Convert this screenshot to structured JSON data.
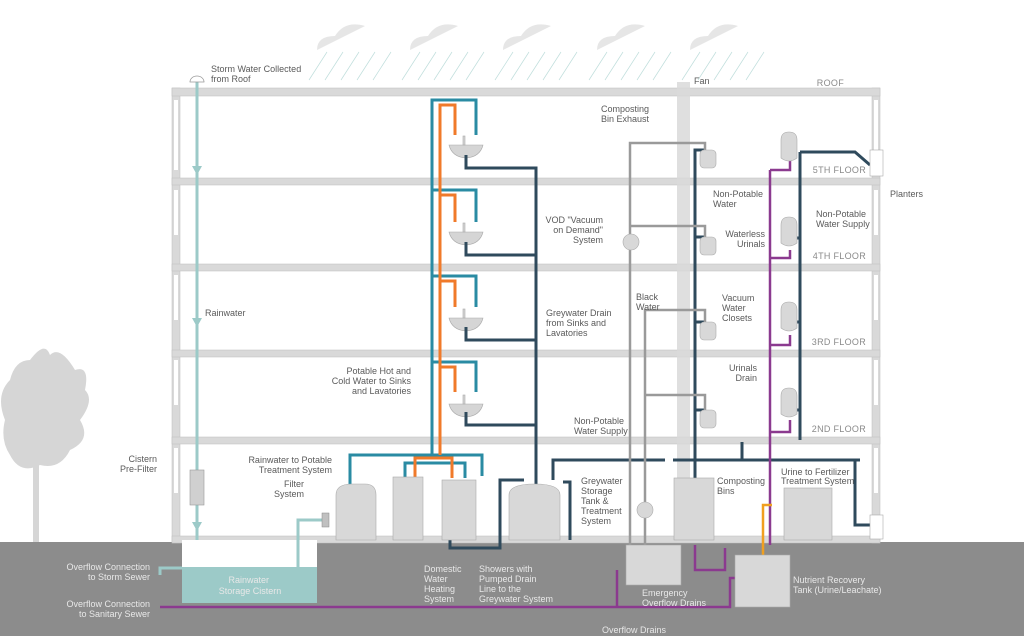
{
  "diagram": {
    "colors": {
      "rainwater": "#9ccac8",
      "potable_cold": "#2a8ba3",
      "potable_hot": "#f07a2a",
      "greywater": "#2f4a5c",
      "blackwater": "#9a9a9a",
      "urine": "#8b3a8f",
      "nutrient": "#f0a020",
      "ground": "#8c8c8c",
      "structure": "#d9d9d9"
    },
    "floors": [
      "ROOF",
      "5TH FLOOR",
      "4TH FLOOR",
      "3RD FLOOR",
      "2ND FLOOR"
    ],
    "labels": {
      "storm_water": [
        "Storm Water Collected",
        "from Roof"
      ],
      "fan": "Fan",
      "composting_exhaust": [
        "Composting",
        "Bin Exhaust"
      ],
      "non_potable_water": [
        "Non-Potable",
        "Water"
      ],
      "non_potable_supply_right": [
        "Non-Potable",
        "Water Supply"
      ],
      "planters": "Planters",
      "vod": [
        "VOD \"Vacuum",
        "on Demand\"",
        "System"
      ],
      "waterless_urinals": [
        "Waterless",
        "Urinals"
      ],
      "black_water": [
        "Black",
        "Water"
      ],
      "vacuum_closets": [
        "Vacuum",
        "Water",
        "Closets"
      ],
      "greywater_drain": [
        "Greywater Drain",
        "from Sinks and",
        "Lavatories"
      ],
      "rainwater": "Rainwater",
      "potable_hot_cold": [
        "Potable Hot and",
        "Cold Water to Sinks",
        "and Lavatories"
      ],
      "urinals_drain": [
        "Urinals",
        "Drain"
      ],
      "non_potable_supply_mid": [
        "Non-Potable",
        "Water Supply"
      ],
      "cistern_prefilter": [
        "Cistern",
        "Pre-Filter"
      ],
      "rain_to_potable": [
        "Rainwater to Potable",
        "Treatment System"
      ],
      "filter_system": [
        "Filter",
        "System"
      ],
      "greywater_tank": [
        "Greywater",
        "Storage",
        "Tank &",
        "Treatment",
        "System"
      ],
      "composting_bins": [
        "Composting",
        "Bins"
      ],
      "urine_fertilizer": [
        "Urine to Fertilizer",
        "Treatment System"
      ],
      "overflow_storm": [
        "Overflow Connection",
        "to Storm Sewer"
      ],
      "rainwater_cistern": [
        "Rainwater",
        "Storage Cistern"
      ],
      "overflow_sanitary": [
        "Overflow Connection",
        "to Sanitary Sewer"
      ],
      "domestic_water": [
        "Domestic",
        "Water",
        "Heating",
        "System"
      ],
      "showers": [
        "Showers with",
        "Pumped Drain",
        "Line to the",
        "Greywater System"
      ],
      "emergency_overflow": [
        "Emergency",
        "Overflow Drains"
      ],
      "nutrient_tank": [
        "Nutrient Recovery",
        "Tank (Urine/Leachate)"
      ],
      "overflow_drains": "Overflow Drains"
    }
  }
}
